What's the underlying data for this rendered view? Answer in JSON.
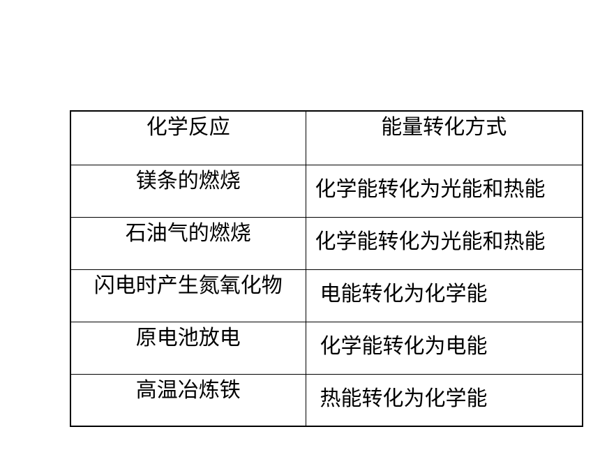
{
  "table": {
    "headers": [
      "化学反应",
      "能量转化方式"
    ],
    "rows": [
      {
        "reaction": "镁条的燃烧",
        "conversion": "化学能转化为光能和热能"
      },
      {
        "reaction": "石油气的燃烧",
        "conversion": "化学能转化为光能和热能"
      },
      {
        "reaction": "闪电时产生氮氧化物",
        "conversion": "电能转化为化学能"
      },
      {
        "reaction": "原电池放电",
        "conversion": "化学能转化为电能"
      },
      {
        "reaction": "高温冶炼铁",
        "conversion": "热能转化为化学能"
      }
    ]
  }
}
